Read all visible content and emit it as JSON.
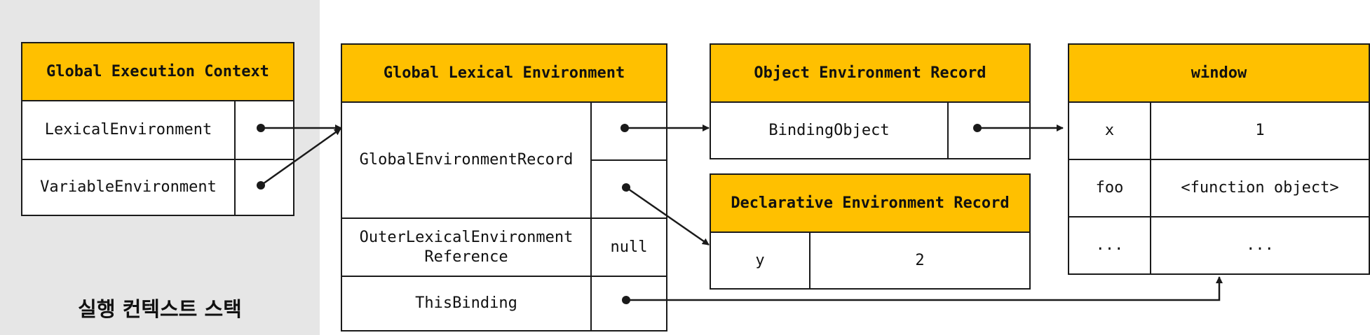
{
  "stack": {
    "label": "실행 컨텍스트 스택"
  },
  "global_execution_context": {
    "title": "Global Execution Context",
    "rows": [
      {
        "key": "LexicalEnvironment"
      },
      {
        "key": "VariableEnvironment"
      }
    ]
  },
  "global_lexical_environment": {
    "title": "Global Lexical Environment",
    "environment_record": "GlobalEnvironmentRecord",
    "outer_reference_line1": "OuterLexicalEnvironment",
    "outer_reference_line2": "Reference",
    "outer_reference_value": "null",
    "this_binding": "ThisBinding"
  },
  "object_environment_record": {
    "title": "Object Environment Record",
    "rows": [
      {
        "key": "BindingObject"
      }
    ]
  },
  "declarative_environment_record": {
    "title": "Declarative Environment Record",
    "rows": [
      {
        "key": "y",
        "value": "2"
      }
    ]
  },
  "window": {
    "title": "window",
    "rows": [
      {
        "key": "x",
        "value": "1"
      },
      {
        "key": "foo",
        "value": "<function object>"
      },
      {
        "key": "...",
        "value": "..."
      }
    ]
  },
  "colors": {
    "header_fill": "#ffc000",
    "stack_panel": "#e6e6e6",
    "line": "#1a1a1a"
  }
}
